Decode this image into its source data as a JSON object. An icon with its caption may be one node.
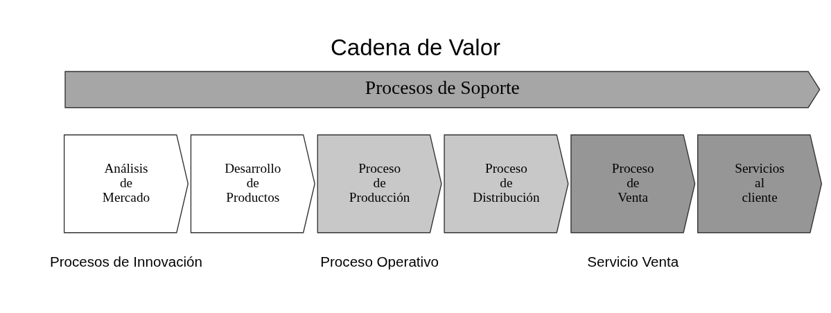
{
  "diagram": {
    "title": "Cadena de Valor",
    "nodes": [
      {
        "text": [
          "Procesos de Soporte"
        ]
      },
      {
        "text": [
          "Análisis de Mercado"
        ]
      },
      {
        "text": [
          "Desarrollo de Productos"
        ]
      },
      {
        "text": [
          "Proceso de Producción"
        ]
      },
      {
        "text": [
          "Proceso de Distribución"
        ]
      },
      {
        "text": [
          "Proceso de Venta"
        ]
      },
      {
        "text": [
          "Servicios al cliente"
        ]
      }
    ],
    "edges": [],
    "labels": [
      "Procesos de Innovación",
      "Proceso Operativo",
      "Servicio Venta"
    ]
  }
}
